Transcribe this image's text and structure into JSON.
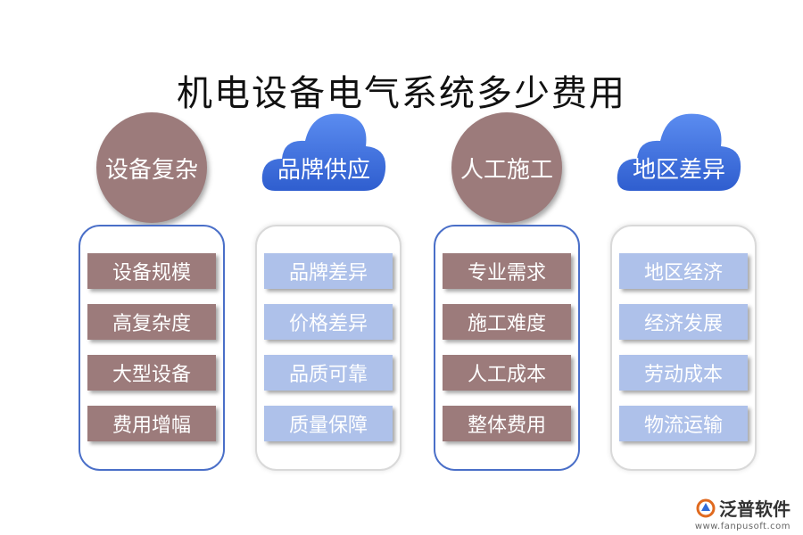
{
  "title": "机电设备电气系统多少费用",
  "columns": [
    {
      "header": "设备复杂",
      "items": [
        "设备规模",
        "高复杂度",
        "大型设备",
        "费用增幅"
      ]
    },
    {
      "header": "品牌供应",
      "items": [
        "品牌差异",
        "价格差异",
        "品质可靠",
        "质量保障"
      ]
    },
    {
      "header": "人工施工",
      "items": [
        "专业需求",
        "施工难度",
        "人工成本",
        "整体费用"
      ]
    },
    {
      "header": "地区差异",
      "items": [
        "地区经济",
        "经济发展",
        "劳动成本",
        "物流运输"
      ]
    }
  ],
  "logo": {
    "name": "泛普软件",
    "url": "www.fanpusoft.com"
  },
  "colors": {
    "mauve": "#9c7b7b",
    "cloud_blue": "#3f6fd8",
    "light_blue": "#aec1ea",
    "panel_blue_border": "#4a6fc8"
  }
}
